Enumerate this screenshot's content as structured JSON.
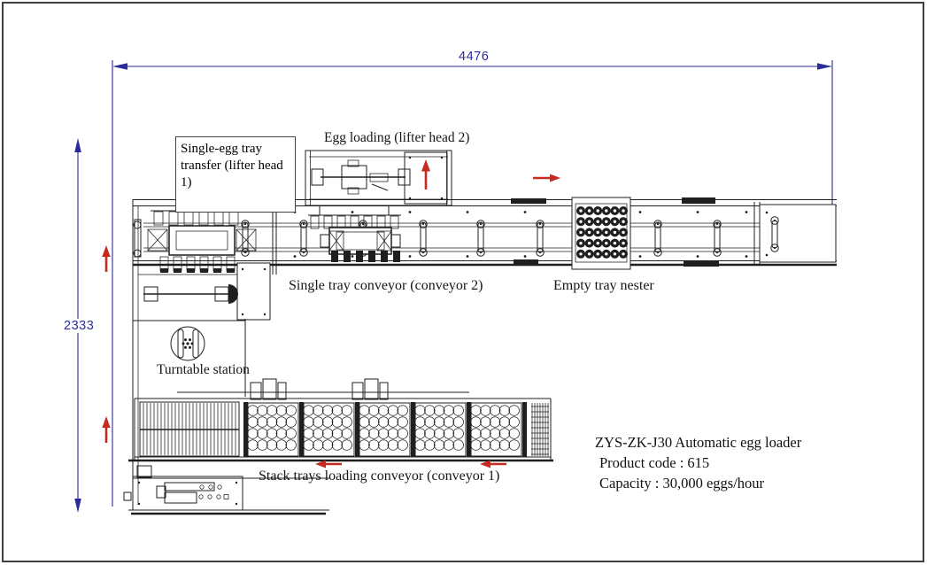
{
  "diagram": {
    "colors": {
      "line": "#1f1f1f",
      "dimension": "#2b2b9c",
      "arrow": "#c62a21"
    },
    "dimensions": {
      "width": "4476",
      "height": "2333"
    },
    "labels": {
      "lifter1_line1": "Single-egg tray",
      "lifter1_line2": "transfer (lifter head 1)",
      "lifter2": "Egg loading (lifter head 2)",
      "conveyor2": "Single tray conveyor (conveyor 2)",
      "nester": "Empty tray nester",
      "turntable": "Turntable station",
      "conveyor1": "Stack trays loading conveyor (conveyor 1)"
    },
    "product_info": {
      "title": "ZYS-ZK-J30 Automatic egg loader",
      "code": "Product code : 615",
      "capacity": "Capacity : 30,000 eggs/hour"
    }
  }
}
